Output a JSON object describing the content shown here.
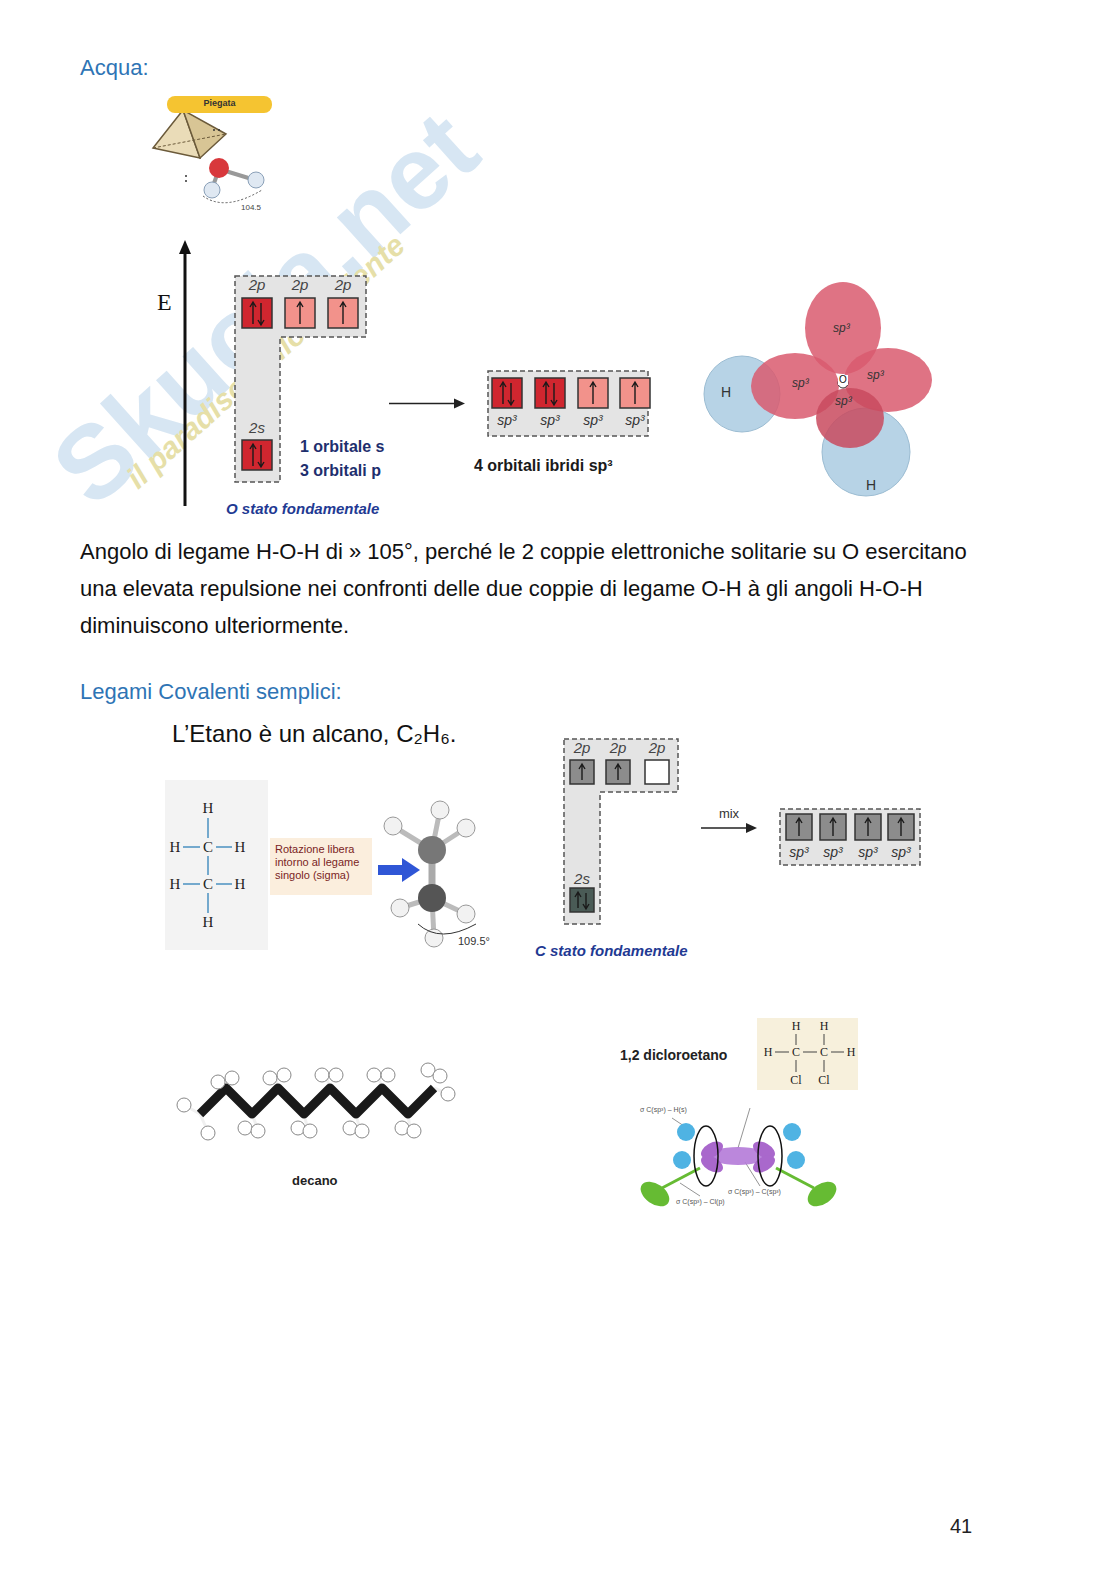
{
  "diagram": {
    "nodes": [
      {
        "text": [
          "Piegata"
        ]
      },
      {
        "text": [
          "2p",
          "2p",
          "2p",
          "2s",
          "O stato fondamentale"
        ]
      },
      {
        "text": [
          "sp³",
          "sp³",
          "sp³",
          "sp³",
          "4 orbitali ibridi sp³"
        ]
      },
      {
        "text": [
          "H",
          "H",
          "C",
          "H",
          "H",
          "C",
          "H",
          "H"
        ]
      },
      {
        "text": [
          "Rotazione libera intorno al legame singolo (sigma)"
        ]
      },
      {
        "text": [
          "2p",
          "2p",
          "2p",
          "2s",
          "C stato fondamentale"
        ]
      },
      {
        "text": [
          "sp³",
          "sp³",
          "sp³",
          "sp³"
        ]
      },
      {
        "text": [
          "H",
          "H",
          "H",
          "C",
          "C",
          "H",
          "Cl",
          "Cl"
        ]
      }
    ],
    "edges": [
      {
        "from": 1,
        "to": 2,
        "arrow": "to"
      },
      {
        "from": 5,
        "to": 6,
        "label": "mix",
        "arrow": "to"
      }
    ],
    "labels": [
      "Acqua:",
      "Skuola.net",
      "il paradiso dello studente",
      "104.5",
      "E",
      "1 orbitale s",
      "3 orbitali p",
      "H",
      "H",
      "sp³",
      "sp³",
      "sp³",
      "sp³",
      "O",
      "Angolo di legame H-O-H di » 105°, perché le 2 coppie elettroniche solitarie su O esercitano una elevata repulsione nei confronti delle due coppie di legame O-H à gli angoli H-O-H diminuiscono ulteriormente.",
      "Legami Covalenti semplici:",
      "L’Etano è un alcano, C₂H₆.",
      "109.5°",
      "decano",
      "1,2 dicloroetano",
      "σ C(sp³) – H(s)",
      "σ C(sp³) – C(sp³)",
      "σ C(sp³) – Cl(p)",
      "41"
    ]
  }
}
